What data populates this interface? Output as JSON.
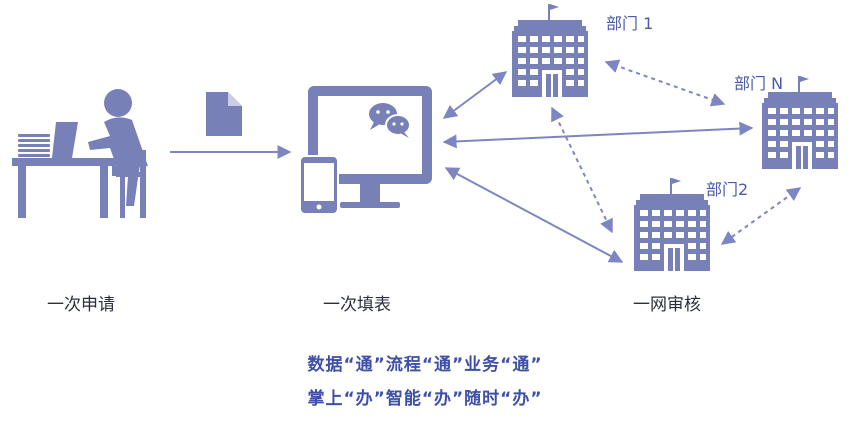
{
  "stages": {
    "apply": "一次申请",
    "fill": "一次填表",
    "review": "一网审核"
  },
  "departments": {
    "dept1": "部门 1",
    "deptN": "部门 N",
    "dept2": "部门2"
  },
  "slogans": {
    "line1": "数据“通”流程“通”业务“通”",
    "line2": "掌上“办”智能“办”随时“办”"
  },
  "colors": {
    "icon": "#7880b8",
    "arrow": "#7d86c2",
    "slogan": "#3e4fa8"
  },
  "icons": [
    "person-at-desk-icon",
    "document-icon",
    "monitor-icon",
    "smartphone-icon",
    "wechat-icon",
    "office-building-icon"
  ]
}
